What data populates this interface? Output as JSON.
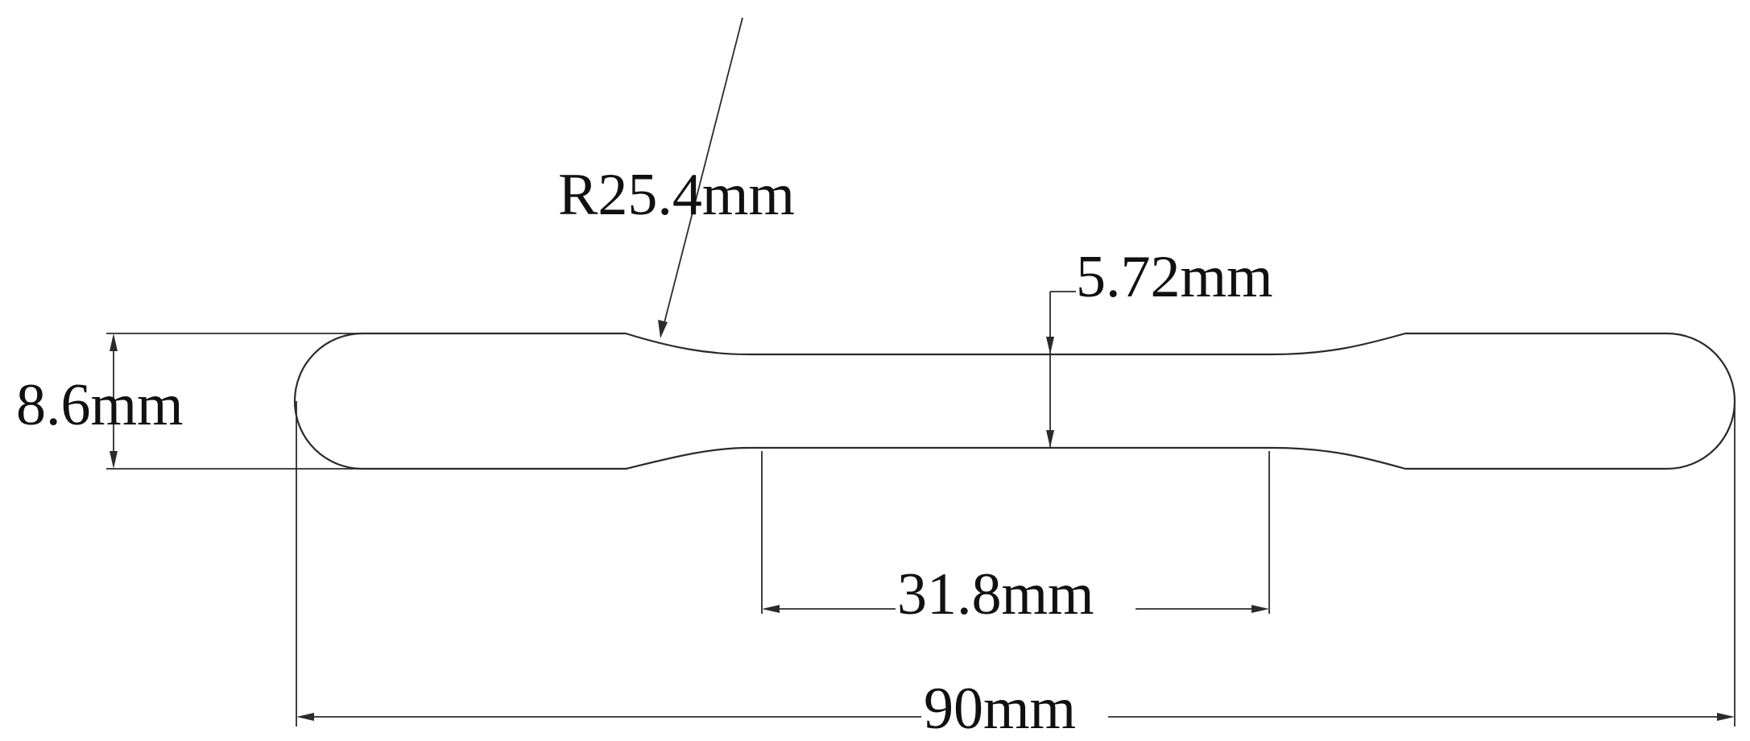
{
  "dimensions": {
    "overall_length": "90mm",
    "gauge_length": "31.8mm",
    "grip_width": "8.6mm",
    "gauge_width": "5.72mm",
    "fillet_radius": "R25.4mm"
  },
  "colors": {
    "line": "#2b2b2b",
    "text": "#111111",
    "background": "#ffffff"
  }
}
